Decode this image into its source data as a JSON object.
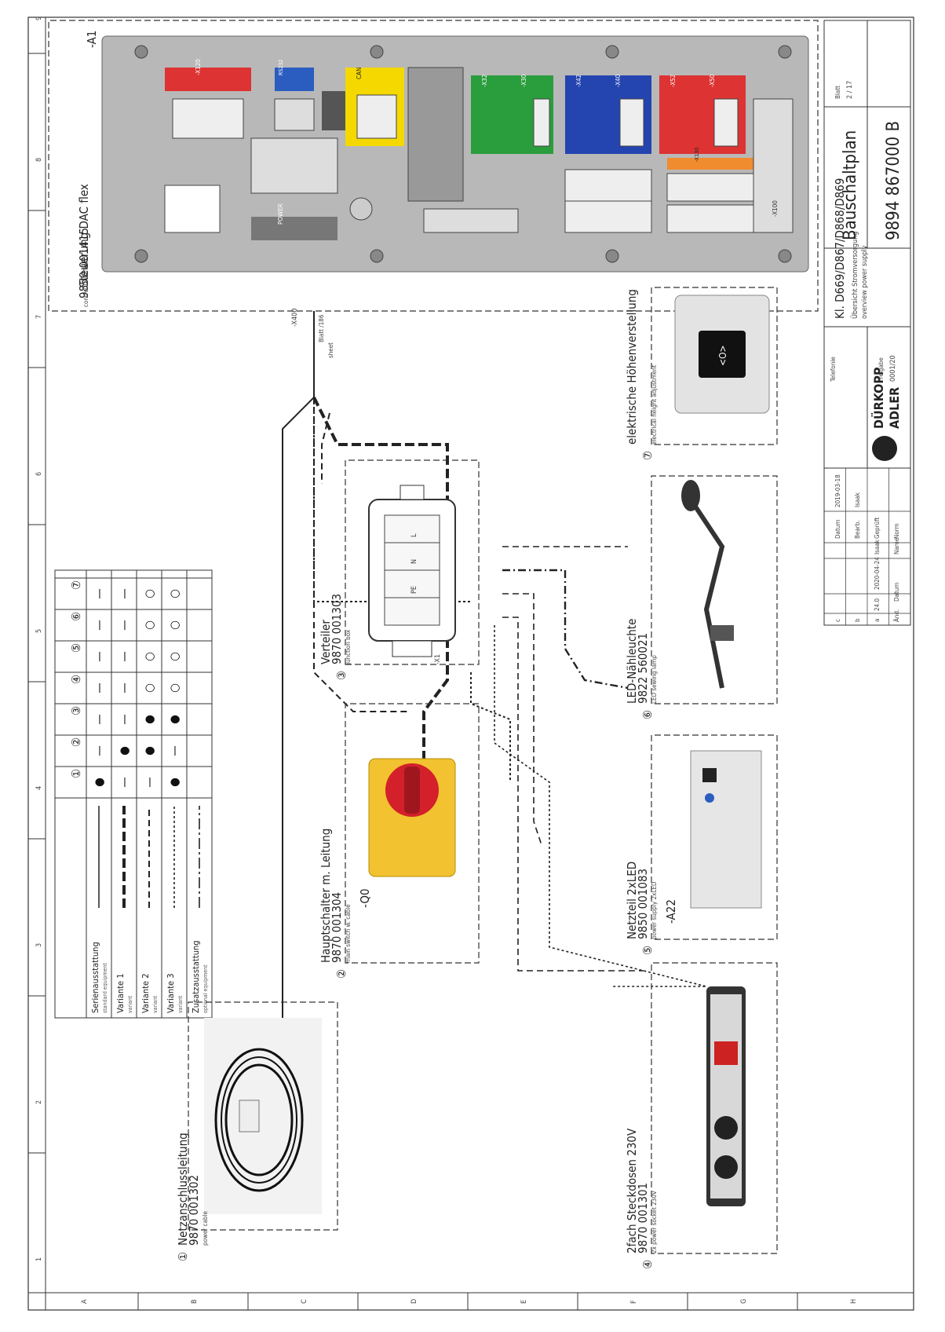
{
  "frame": {
    "cols": [
      "1",
      "2",
      "3",
      "4",
      "5",
      "6",
      "7",
      "8",
      "9"
    ],
    "rows": [
      "A",
      "B",
      "C",
      "D",
      "E",
      "F",
      "G",
      "H"
    ]
  },
  "controller": {
    "ref": "-A1",
    "title": "Steuerung DAC flex",
    "part": "9850 001415",
    "sub": "control DAC flex",
    "ports": {
      "x120": "-X120",
      "rs232": "RS232",
      "can": "CAN",
      "x32": "-X32",
      "x30": "-X30",
      "x42": "-X42",
      "x40": "-X40",
      "x52": "-X52",
      "x50": "-X50",
      "x130": "-X130",
      "power": "POWER",
      "x100": "-X100"
    }
  },
  "wires": {
    "x400": "-X400",
    "blatt": "Blatt /186",
    "sheet": "sheet",
    "x1": "-X1"
  },
  "legend": {
    "headers": [
      "①",
      "②",
      "③",
      "④",
      "⑤",
      "⑥",
      "⑦"
    ],
    "rows": [
      {
        "label": "Serienausstattung",
        "sub": "standard equipment",
        "marks": [
          "●",
          "—",
          "—",
          "—",
          "—",
          "—",
          "—"
        ]
      },
      {
        "label": "Variante 1",
        "sub": "variant",
        "marks": [
          "—",
          "●",
          "—",
          "—",
          "—",
          "—",
          "—"
        ]
      },
      {
        "label": "Variante 2",
        "sub": "variant",
        "marks": [
          "—",
          "●",
          "●",
          "○",
          "○",
          "○",
          "○"
        ]
      },
      {
        "label": "Variante 3",
        "sub": "variant",
        "marks": [
          "●",
          "—",
          "●",
          "○",
          "○",
          "○",
          "○"
        ]
      },
      {
        "label": "Zusatzausstattung",
        "sub": "optional equipment",
        "marks": [
          "",
          "",
          "",
          "",
          "",
          "",
          ""
        ]
      }
    ]
  },
  "components": [
    {
      "num": "①",
      "title": "Netzanschlussleitung",
      "part": "9870 001302",
      "sub": "power cable",
      "ref": ""
    },
    {
      "num": "②",
      "title": "Hauptschalter m. Leitung",
      "part": "9870 001304",
      "sub": "main switch w. cable",
      "ref": "-Q0"
    },
    {
      "num": "③",
      "title": "Verteiler",
      "part": "9870 001303",
      "sub": "junction box",
      "ref": ""
    },
    {
      "num": "④",
      "title": "2fach Steckdosen 230V",
      "part": "9870 001301",
      "sub": "2x power socket 230V",
      "ref": ""
    },
    {
      "num": "⑤",
      "title": "Netzteil 2xLED",
      "part": "9850 001083",
      "sub": "power supply 2xLED",
      "ref": "-A22"
    },
    {
      "num": "⑥",
      "title": "LED-Nähleuchte",
      "part": "9822 560021",
      "sub": "LED sewing lamp",
      "ref": ""
    },
    {
      "num": "⑦",
      "title": "elektrische Höhenverstellung",
      "part": "",
      "sub": "electrical height adjustment",
      "ref": ""
    }
  ],
  "junction": {
    "n": "N",
    "l": "L",
    "pe": "PE"
  },
  "titleblock": {
    "rev_rows": [
      [
        "c",
        "",
        "",
        "",
        "Datum",
        "2019-03-18"
      ],
      [
        "b",
        "",
        "",
        "",
        "Bearb.",
        "Isaak"
      ],
      [
        "a",
        "24.0",
        "2020-04-24",
        "Isaak",
        "Geprüft",
        ""
      ],
      [
        "Änd.",
        "Datum",
        "",
        "Name",
        "Norm",
        ""
      ]
    ],
    "logo_line1": "DÜRKOPP",
    "logo_line2": "ADLER",
    "telefon": "Telefonie",
    "freigabe": "Freigabe",
    "freigabe_val": "0001/20",
    "model": "Kl. D669/D867/D868/D869",
    "desc_de": "Übersicht Stromversorgung",
    "desc_en": "overview power supply",
    "doc_title": "Bauschaltplan",
    "doc_number": "9894 867000 B",
    "blatt_label": "Blatt",
    "blatt_val": "2 / 17"
  }
}
